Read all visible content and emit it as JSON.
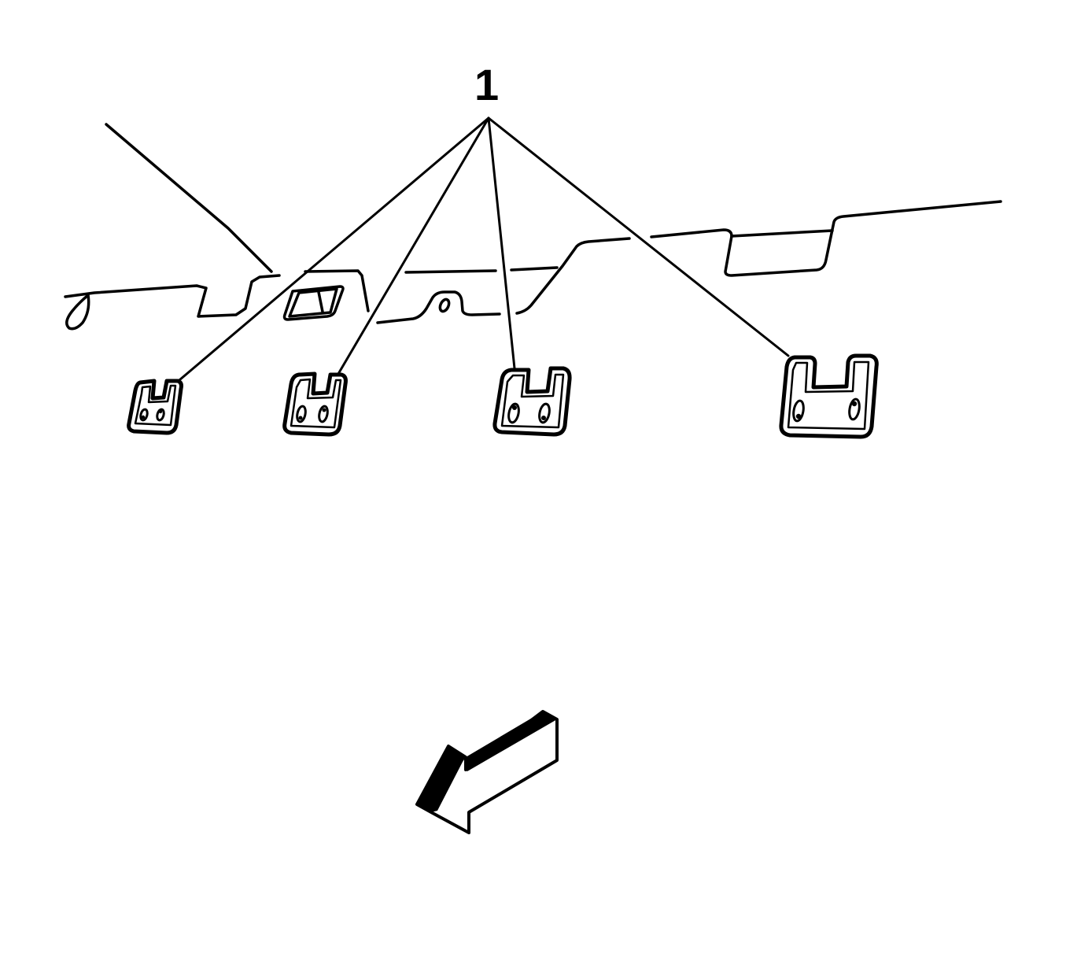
{
  "figure": {
    "type": "service-illustration",
    "callouts": [
      {
        "label": "1",
        "target": "retainer clips",
        "count": 4
      }
    ],
    "parts": [
      {
        "name": "clip-1",
        "position": "left"
      },
      {
        "name": "clip-2",
        "position": "center-left"
      },
      {
        "name": "clip-3",
        "position": "center-right"
      },
      {
        "name": "clip-4",
        "position": "right"
      }
    ],
    "direction_arrow": {
      "orientation": "down-left"
    }
  },
  "colors": {
    "line": "#000000",
    "background": "#ffffff"
  }
}
